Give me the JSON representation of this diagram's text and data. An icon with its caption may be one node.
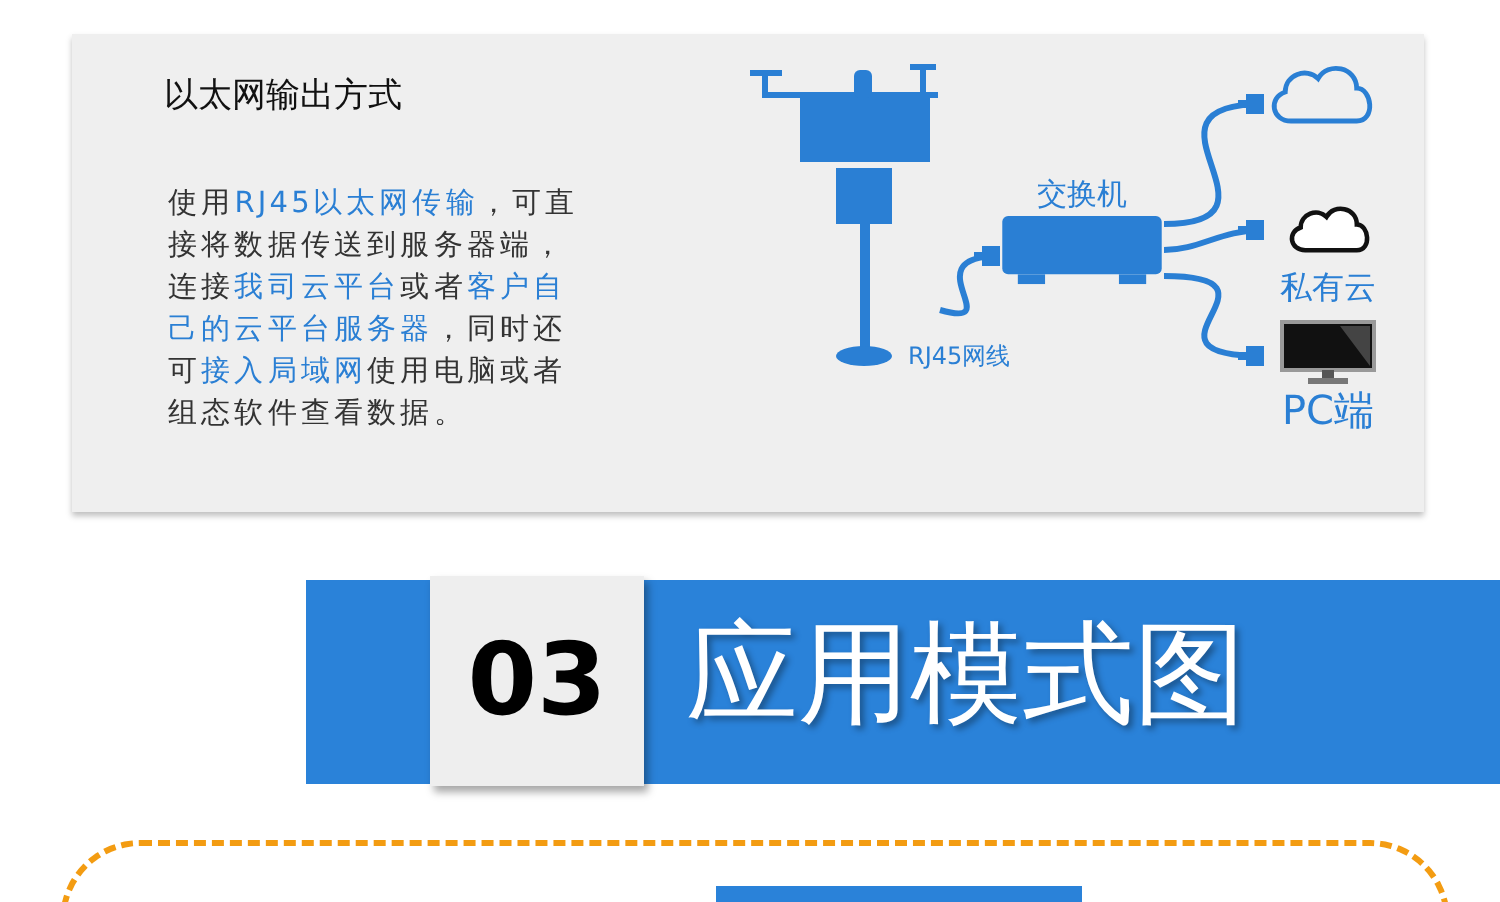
{
  "diagram": {
    "title": "以太网输出方式",
    "nodes": [
      {
        "text": [],
        "shape": "picture"
      },
      {
        "text": [
          "交换机"
        ]
      },
      {
        "text": [],
        "shape": "cloud"
      },
      {
        "text": [
          "私有云"
        ]
      },
      {
        "text": [
          "PC端"
        ]
      },
      {
        "text": [],
        "shape": "box"
      },
      {
        "text": [],
        "shape": "bar",
        "in": 5
      }
    ],
    "edges": [
      {
        "from": 0,
        "to": 1,
        "arrow": "other",
        "label": "RJ45网线"
      },
      {
        "from": 1,
        "to": 2,
        "arrow": "other"
      },
      {
        "from": 1,
        "to": 3,
        "arrow": "other"
      },
      {
        "from": 1,
        "to": 4,
        "arrow": "other"
      }
    ],
    "labels": [
      "使用**RJ45以太网传输**，可直接将数据传送到服务器端，连接**我司云平台**或者**客户自己的云平台服务器**，同时还可**接入局域网**使用电脑或者组态软件查看数据。",
      "03",
      "应用模式图"
    ]
  }
}
